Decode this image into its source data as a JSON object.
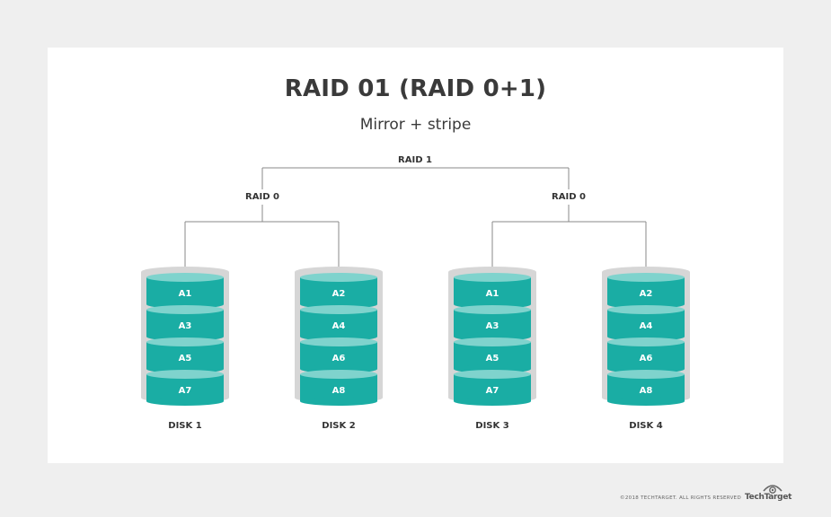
{
  "title": "RAID 01 (RAID 0+1)",
  "subtitle": "Mirror + stripe",
  "top_label": "RAID 1",
  "groups": [
    {
      "label": "RAID 0",
      "disks": [
        {
          "label": "DISK 1",
          "segments": [
            "A1",
            "A3",
            "A5",
            "A7"
          ]
        },
        {
          "label": "DISK 2",
          "segments": [
            "A2",
            "A4",
            "A6",
            "A8"
          ]
        }
      ]
    },
    {
      "label": "RAID 0",
      "disks": [
        {
          "label": "DISK 3",
          "segments": [
            "A1",
            "A3",
            "A5",
            "A7"
          ]
        },
        {
          "label": "DISK 4",
          "segments": [
            "A2",
            "A4",
            "A6",
            "A8"
          ]
        }
      ]
    }
  ],
  "footer": {
    "copyright": "©2018 TECHTARGET. ALL RIGHTS RESERVED",
    "brand": "TechTarget",
    "brand_icon": "eye-logo-icon"
  },
  "colors": {
    "segment_fill": "#1aada4",
    "segment_top": "#7fd3cd",
    "disk_outline": "#d6d6d6",
    "line": "#8a8a8a",
    "text": "#333333"
  }
}
